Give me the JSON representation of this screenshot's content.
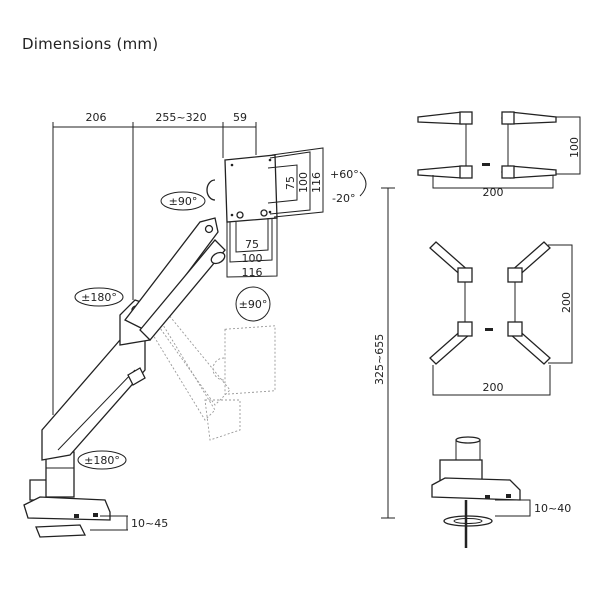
{
  "title": "Dimensions (mm)",
  "arm_dimensions": {
    "base_reach": "206",
    "arm_reach": "255~320",
    "head_depth": "59",
    "height_range": "325~655",
    "clamp_thickness": "10~45"
  },
  "vesa_plate": {
    "vertical": [
      "75",
      "100",
      "116"
    ],
    "horizontal": [
      "75",
      "100",
      "116"
    ]
  },
  "rotations": {
    "tilt_up": "+60°",
    "tilt_down": "-20°",
    "swivel_head": "±90°",
    "rotation_head": "±90°",
    "joint_elbow": "±180°",
    "joint_base": "±180°"
  },
  "adapter_small": {
    "height": "100",
    "width": "200"
  },
  "adapter_large": {
    "height": "200",
    "width": "200"
  },
  "grommet": {
    "thickness": "10~40"
  }
}
